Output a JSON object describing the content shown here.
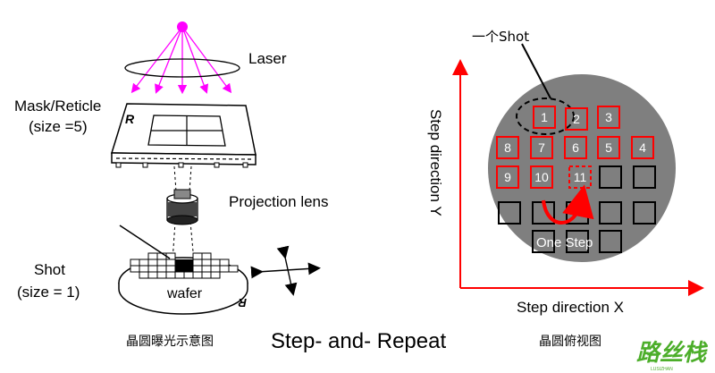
{
  "left_panel": {
    "laser_label": "Laser",
    "mask_label_line1": "Mask/Reticle",
    "mask_label_line2": "(size =5)",
    "mask_letter": "R",
    "lens_label": "Projection lens",
    "shot_label_line1": "Shot",
    "shot_label_line2": "(size = 1)",
    "wafer_label": "wafer",
    "wafer_letter": "R",
    "caption": "晶圆曝光示意图",
    "colors": {
      "laser": "#ff00ff",
      "die_highlight": "#000000"
    }
  },
  "center_caption": "Step- and- Repeat",
  "right_panel": {
    "shot_callout": "一个Shot",
    "y_axis_label": "Step direction Y",
    "x_axis_label": "Step direction X",
    "one_step_label": "One Step",
    "caption": "晶圆俯视图",
    "numbered_shots": [
      "1",
      "2",
      "3",
      "4",
      "5",
      "6",
      "7",
      "8",
      "9",
      "10",
      "11"
    ],
    "colors": {
      "axis": "#ff0000",
      "wafer": "#7f7f7f",
      "shot_border": "#ff0000",
      "arrow": "#ff0000"
    }
  },
  "watermark": {
    "text": "路丝栈",
    "sub": "LUSIZHAN"
  }
}
